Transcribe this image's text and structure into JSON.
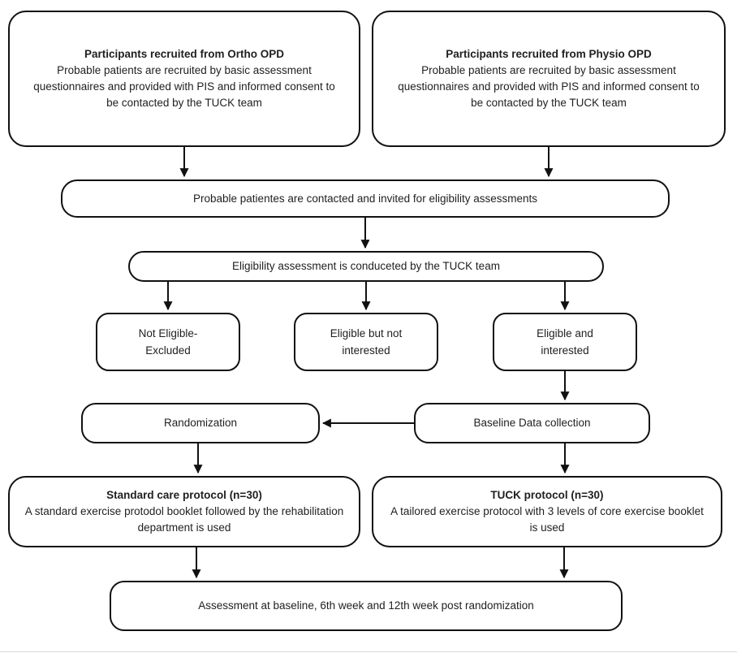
{
  "colors": {
    "line": "#111111",
    "text": "#1f1f1f",
    "background": "#ffffff"
  },
  "nodes": {
    "ortho": {
      "title": "Participants recruited from Ortho OPD",
      "body": "Probable patients are recruited by basic assessment questionnaires and provided with PIS and informed consent to be contacted by the TUCK team"
    },
    "physio": {
      "title": "Participants recruited from Physio OPD",
      "body": "Probable patients are recruited by basic assessment questionnaires and provided with PIS and informed consent to be contacted by the TUCK team"
    },
    "contacted": {
      "label": "Probable patientes are contacted and invited for eligibility assessments"
    },
    "eligibility": {
      "label": "Eligibility assessment is conduceted by the TUCK team"
    },
    "not_eligible": {
      "label": "Not Eligible-\nExcluded"
    },
    "not_interested": {
      "label": "Eligible but not\ninterested"
    },
    "interested": {
      "label": "Eligible and\ninterested"
    },
    "randomization": {
      "label": "Randomization"
    },
    "baseline": {
      "label": "Baseline Data collection"
    },
    "standard_care": {
      "title": "Standard care protocol (n=30)",
      "body": "A standard exercise protodol booklet followed by the rehabilitation department is used"
    },
    "tuck": {
      "title": "TUCK protocol (n=30)",
      "body": "A tailored exercise protocol with 3 levels of core exercise booklet is used"
    },
    "assessment": {
      "label": "Assessment at baseline, 6th week and 12th week post randomization"
    }
  },
  "edges": [
    {
      "from": "ortho",
      "to": "contacted"
    },
    {
      "from": "physio",
      "to": "contacted"
    },
    {
      "from": "contacted",
      "to": "eligibility"
    },
    {
      "from": "eligibility",
      "to": "not_eligible"
    },
    {
      "from": "eligibility",
      "to": "not_interested"
    },
    {
      "from": "eligibility",
      "to": "interested"
    },
    {
      "from": "interested",
      "to": "baseline"
    },
    {
      "from": "baseline",
      "to": "randomization"
    },
    {
      "from": "randomization",
      "to": "standard_care"
    },
    {
      "from": "baseline",
      "to": "tuck"
    },
    {
      "from": "standard_care",
      "to": "assessment"
    },
    {
      "from": "tuck",
      "to": "assessment"
    }
  ]
}
